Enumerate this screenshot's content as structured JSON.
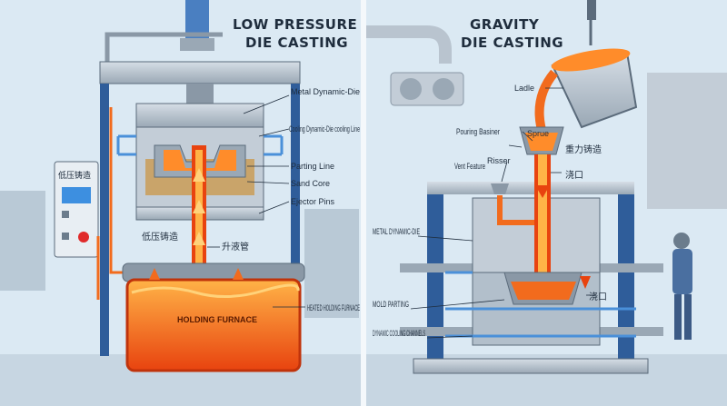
{
  "left": {
    "title_line1": "LOW PRESSURE",
    "title_line2": "DIE CASTING",
    "panel_label": "低压铸造",
    "labels": {
      "metal_dynamic_die": "Metal Dynamic-Die",
      "cooling": "Cooling Dynamic-Die cooling Line",
      "parting_line": "Parting Line",
      "sand_core": "Sand Core",
      "ejector_pins": "Ejector Pins",
      "low_pressure_cn": "低压铸造",
      "riser_tube_cn": "升液管",
      "heated_furnace": "HEATED HOLDING FURNACE",
      "holding_furnace": "HOLDING FURNACE"
    }
  },
  "right": {
    "title_line1": "GRAVITY",
    "title_line2": "DIE CASTING",
    "labels": {
      "ladle": "Ladle",
      "sprue": "Sprue",
      "pouring_basin": "Pouring Basiner",
      "riser": "Risser",
      "vent_feature": "Vent Feature",
      "gravity_cn": "重力铸造",
      "gate_cn_1": "浇口",
      "gate_cn_2": "浇口",
      "metal_dynamic_die": "METAL DYNAMIC-DIE",
      "mold_parting": "MOLD PARTING",
      "dynamic_cooling": "DYNAMIC COOLING CHANNELS"
    }
  },
  "colors": {
    "background": "#dbe9f3",
    "frame_blue": "#2f5d9a",
    "molten": "#f26b1d",
    "molten_light": "#ffb347",
    "steel": "#b9c4cf",
    "sand": "#c9a46a",
    "cooling_line": "#4a90d9"
  }
}
